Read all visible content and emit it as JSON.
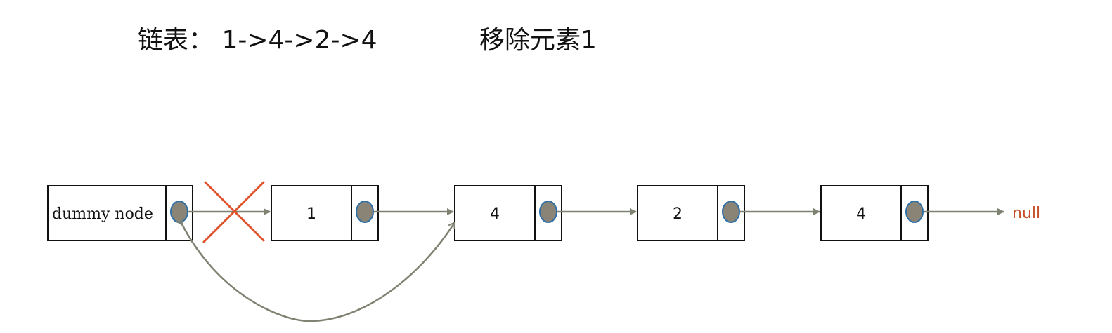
{
  "header": {
    "list_title": "链表： 1->4->2->4",
    "operation_title": "移除元素1"
  },
  "dummy": {
    "label": "dummy node"
  },
  "nodes": [
    {
      "value": "1",
      "removed": true
    },
    {
      "value": "4",
      "removed": false
    },
    {
      "value": "2",
      "removed": false
    },
    {
      "value": "4",
      "removed": false
    }
  ],
  "terminal": {
    "label": "null"
  },
  "colors": {
    "box_stroke": "#111111",
    "pointer_fill": "#8a8476",
    "pointer_stroke": "#2e6fa8",
    "arrow": "#7e8270",
    "cross": "#e0522a",
    "null_text": "#c8502a",
    "title_text": "#111111"
  }
}
